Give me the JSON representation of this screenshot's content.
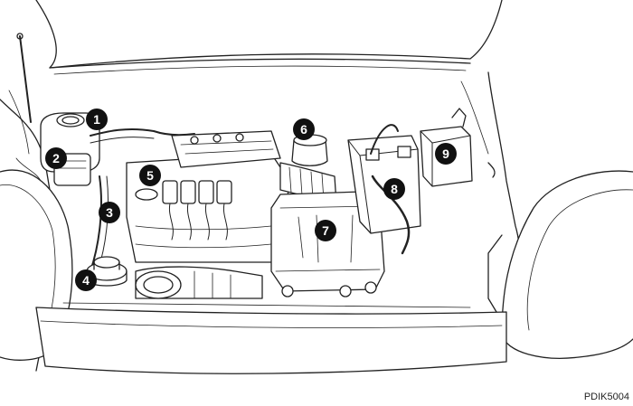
{
  "figure_code": "PDIK5004",
  "callouts": [
    {
      "id": "callout-1",
      "label": "1"
    },
    {
      "id": "callout-2",
      "label": "2"
    },
    {
      "id": "callout-3",
      "label": "3"
    },
    {
      "id": "callout-4",
      "label": "4"
    },
    {
      "id": "callout-5",
      "label": "5"
    },
    {
      "id": "callout-6",
      "label": "6"
    },
    {
      "id": "callout-7",
      "label": "7"
    },
    {
      "id": "callout-8",
      "label": "8"
    },
    {
      "id": "callout-9",
      "label": "9"
    }
  ]
}
